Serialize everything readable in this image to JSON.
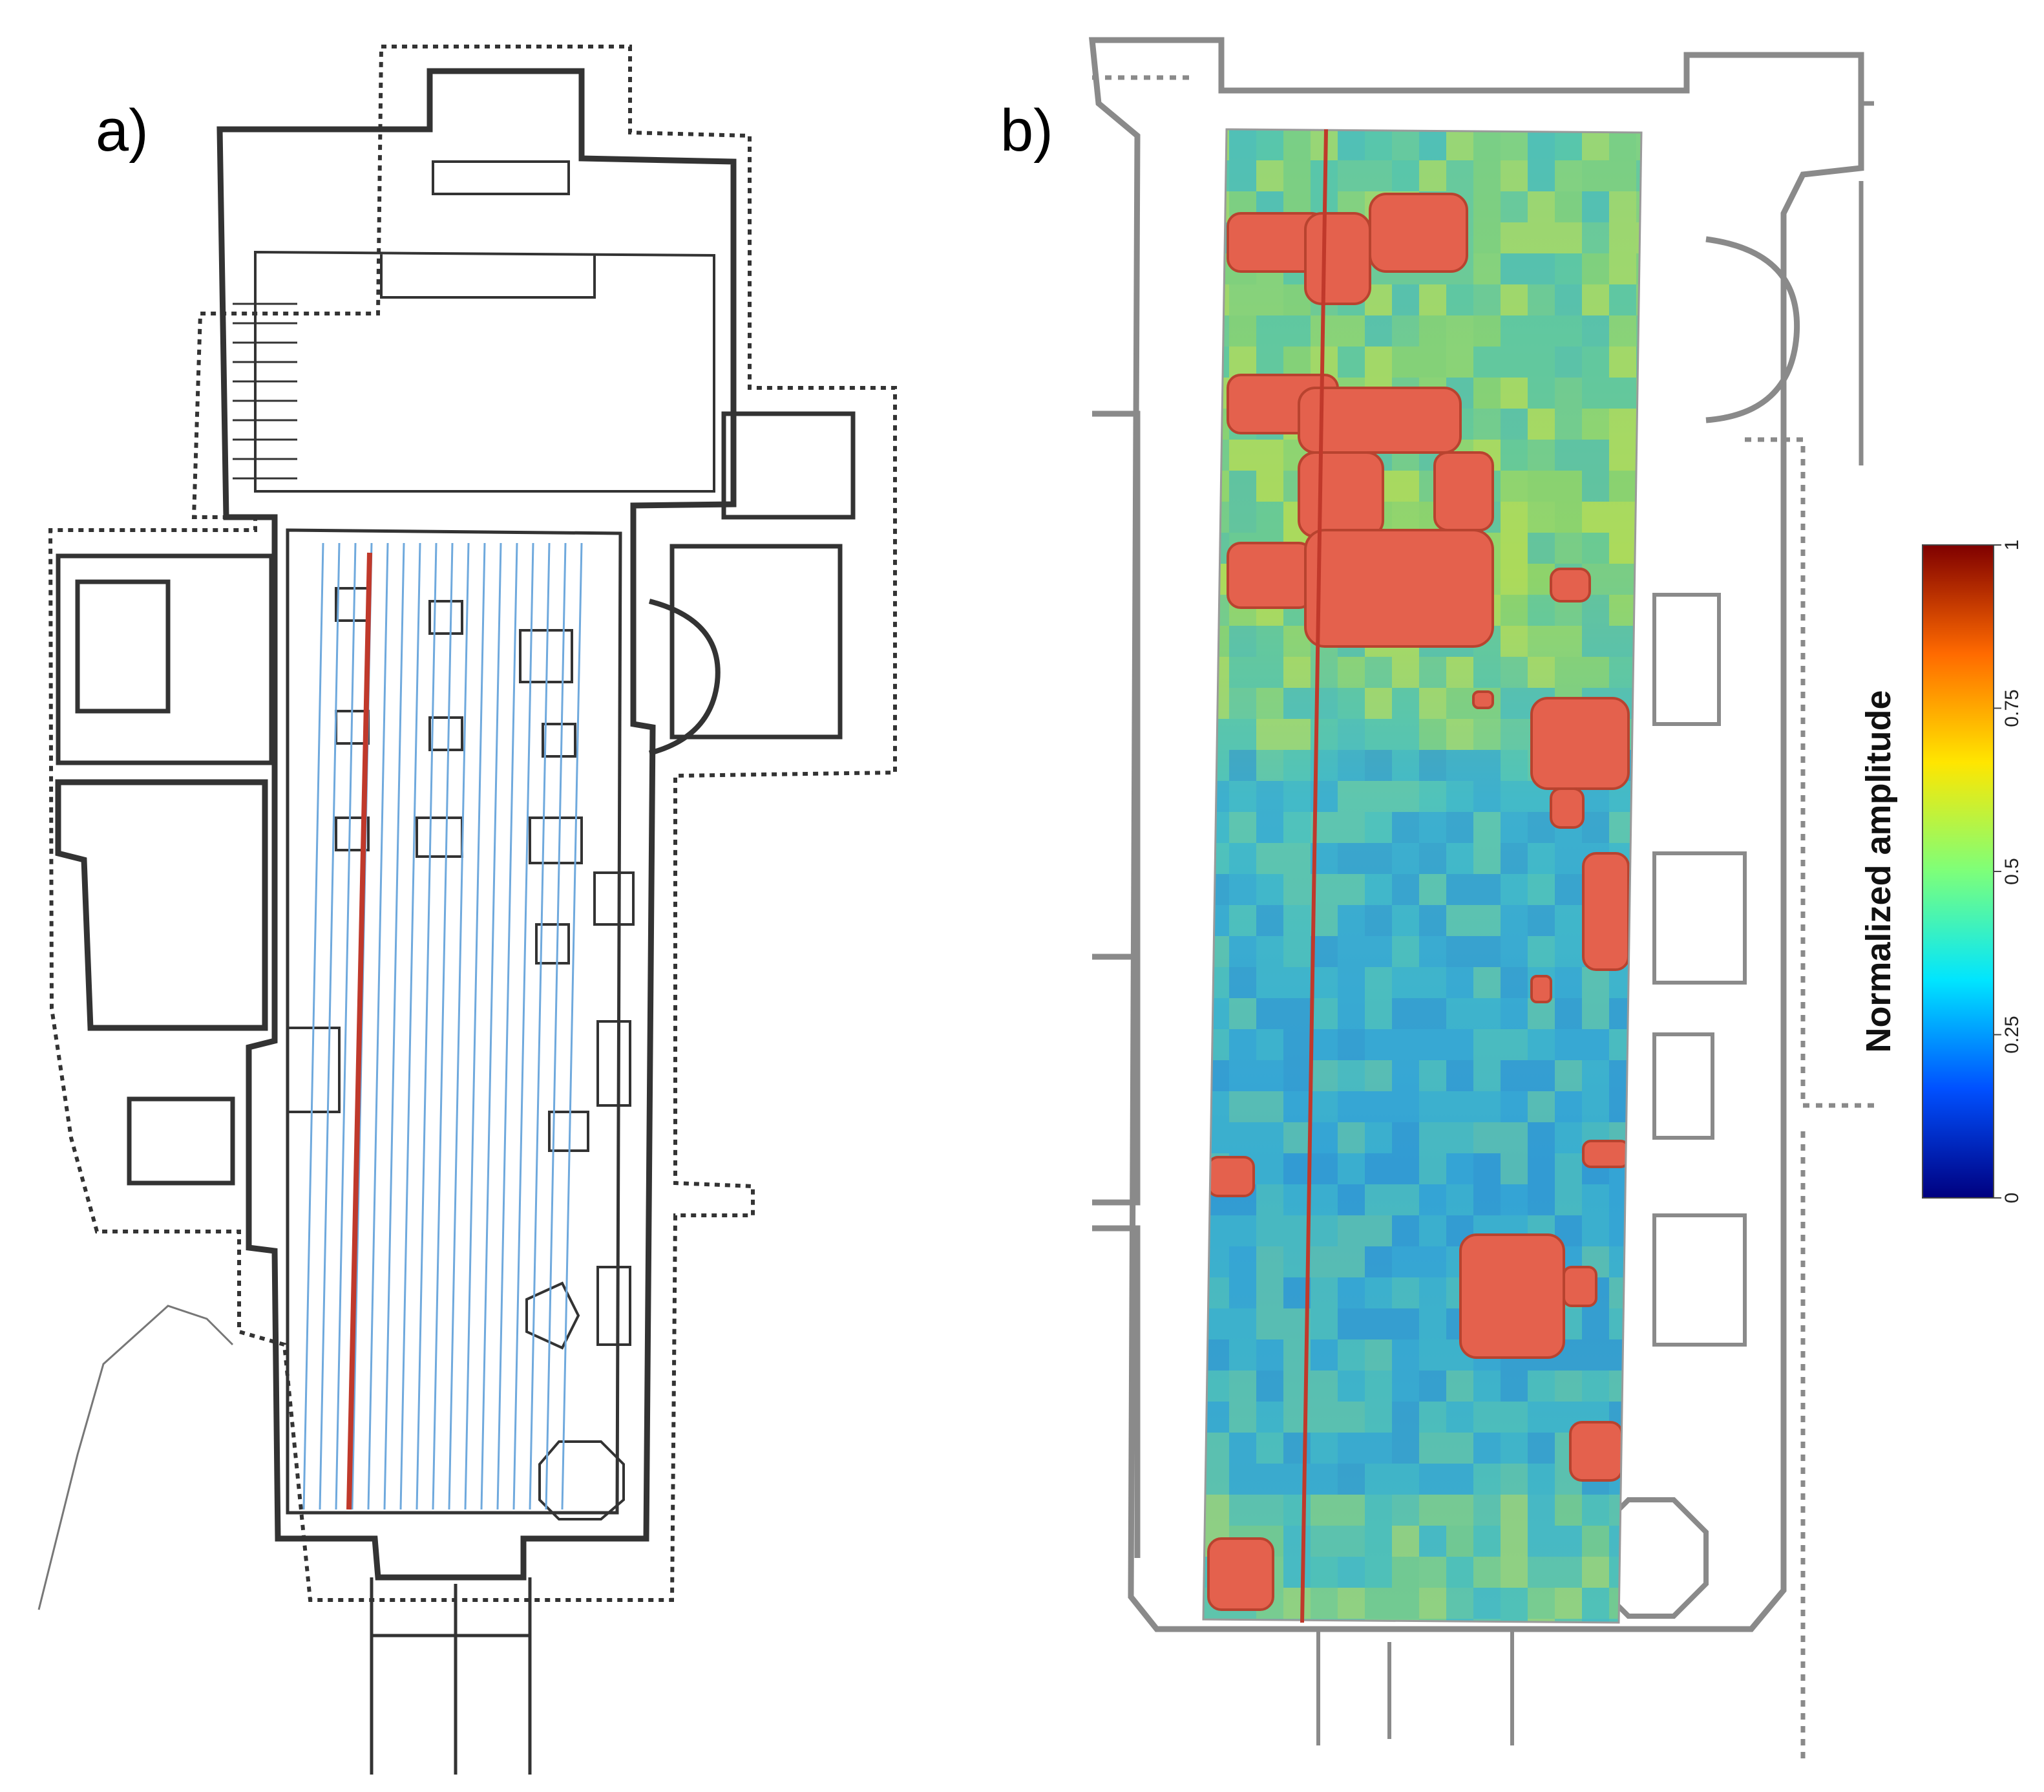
{
  "panels": {
    "a": {
      "label": "a)"
    },
    "b": {
      "label": "b)"
    }
  },
  "colorbar": {
    "title": "Normalized amplitude",
    "ticks": [
      "0",
      "0.25",
      "0.5",
      "0.75",
      "1"
    ],
    "range": [
      0,
      1
    ],
    "colormap": [
      "#00007f",
      "#0050ff",
      "#00e5ff",
      "#7dff7a",
      "#ffe600",
      "#ff6a00",
      "#7f0000"
    ]
  },
  "colors": {
    "survey_lines": "#6fa9dd",
    "highlight_line": "#c0392b",
    "plan_lines": "#333333",
    "anomaly": "#e4614d"
  }
}
